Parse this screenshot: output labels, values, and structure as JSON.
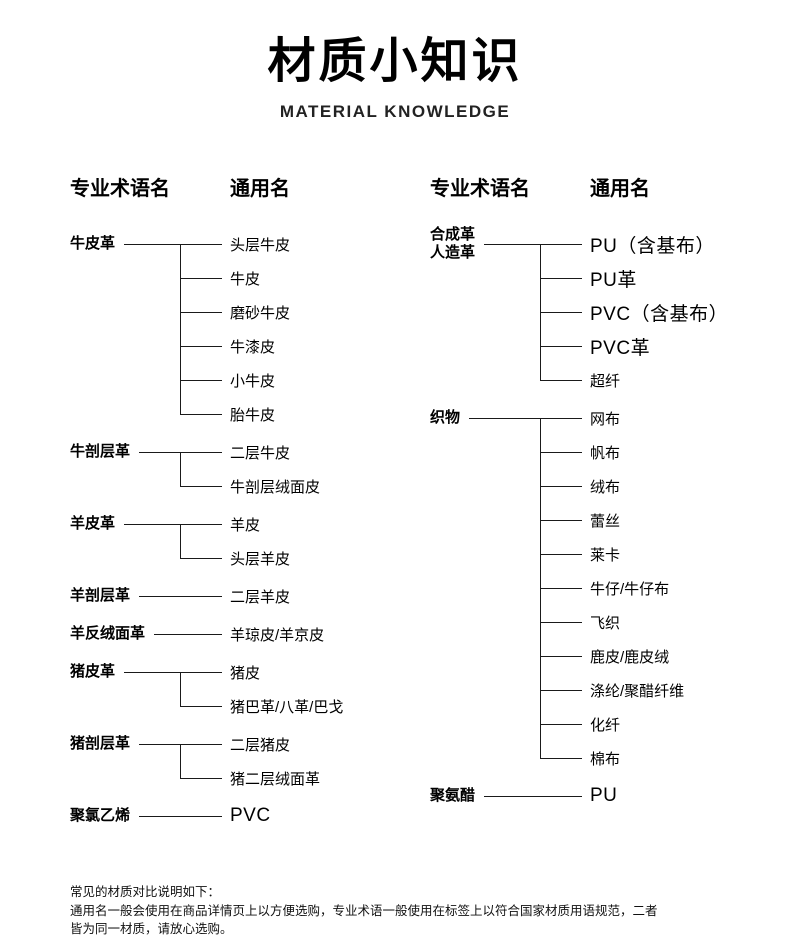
{
  "page": {
    "title": "材质小知识",
    "subtitle": "MATERIAL KNOWLEDGE"
  },
  "columns": [
    {
      "headers": {
        "term": "专业术语名",
        "common": "通用名"
      },
      "groups": [
        {
          "term": "牛皮革",
          "items": [
            "头层牛皮",
            "牛皮",
            "磨砂牛皮",
            "牛漆皮",
            "小牛皮",
            "胎牛皮"
          ]
        },
        {
          "term": "牛剖层革",
          "items": [
            "二层牛皮",
            "牛剖层绒面皮"
          ]
        },
        {
          "term": "羊皮革",
          "items": [
            "羊皮",
            "头层羊皮"
          ]
        },
        {
          "term": "羊剖层革",
          "items": [
            "二层羊皮"
          ]
        },
        {
          "term": "羊反绒面革",
          "items": [
            "羊琼皮/羊京皮"
          ]
        },
        {
          "term": "猪皮革",
          "items": [
            "猪皮",
            "猪巴革/八革/巴戈"
          ]
        },
        {
          "term": "猪剖层革",
          "items": [
            "二层猪皮",
            "猪二层绒面革"
          ]
        },
        {
          "term": "聚氯乙烯",
          "items": [
            "PVC"
          ]
        }
      ]
    },
    {
      "headers": {
        "term": "专业术语名",
        "common": "通用名"
      },
      "groups": [
        {
          "term": "合成革\n人造革",
          "items": [
            "PU（含基布）",
            "PU革",
            "PVC（含基布）",
            "PVC革",
            "超纤"
          ]
        },
        {
          "term": "织物",
          "items": [
            "网布",
            "帆布",
            "绒布",
            "蕾丝",
            "莱卡",
            "牛仔/牛仔布",
            "飞织",
            "鹿皮/鹿皮绒",
            "涤纶/聚醋纤维",
            "化纤",
            "棉布"
          ]
        },
        {
          "term": "聚氨醋",
          "items": [
            "PU"
          ]
        }
      ]
    }
  ],
  "footer": {
    "line1": "常见的材质对比说明如下：",
    "line2": "通用名一般会使用在商品详情页上以方便选购，专业术语一般使用在标签上以符合国家材质用语规范，二者皆为同一材质，请放心选购。"
  }
}
